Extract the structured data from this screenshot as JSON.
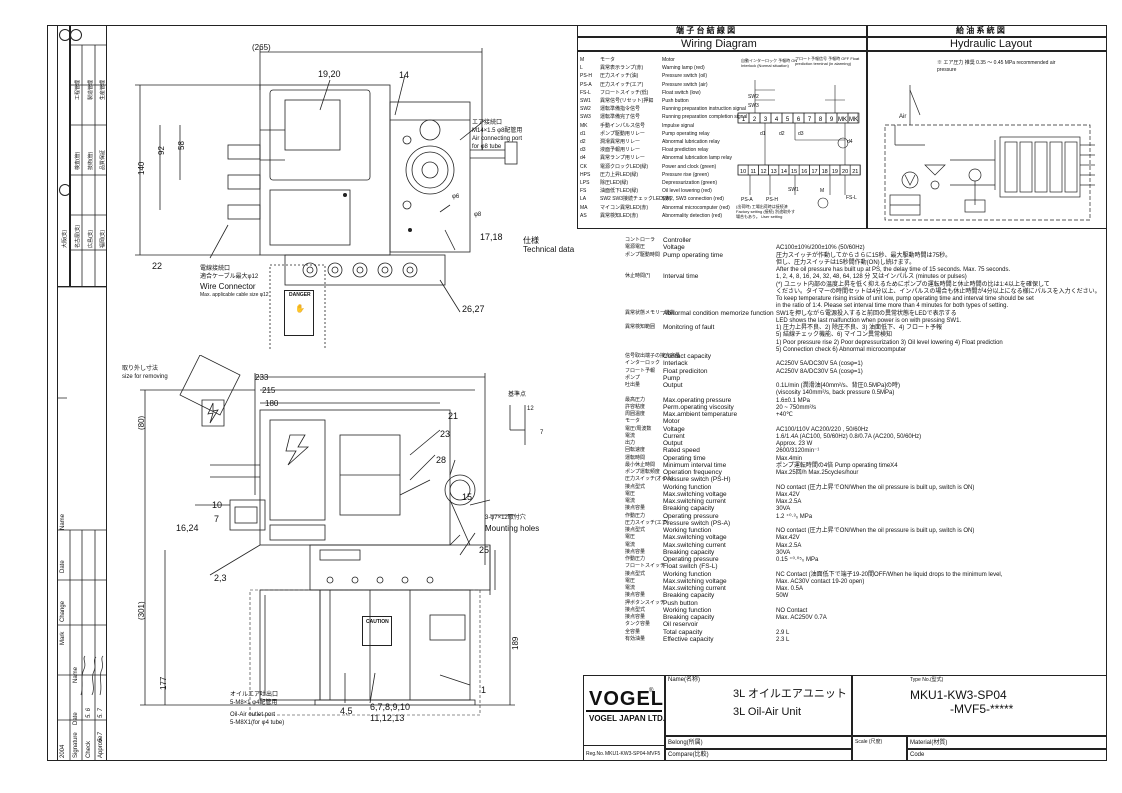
{
  "wiring": {
    "title_jp": "端 子 台 結 線 図",
    "title_en": "Wiring Diagram",
    "legend": [
      {
        "code": "M",
        "jp": "モータ",
        "en": "Motor"
      },
      {
        "code": "L",
        "jp": "異常表示ランプ(赤)",
        "en": "Warning lamp (red)"
      },
      {
        "code": "PS-H",
        "jp": "圧力スイッチ(油)",
        "en": "Pressure switch (oil)"
      },
      {
        "code": "PS-A",
        "jp": "圧力スイッチ(エア)",
        "en": "Pressure switch (air)"
      },
      {
        "code": "FS-L",
        "jp": "フロートスイッチ(低)",
        "en": "Float switch (low)"
      },
      {
        "code": "SW1",
        "jp": "異常信号(リセット)押釦",
        "en": "Push button"
      },
      {
        "code": "SW2",
        "jp": "運転準備指令信号",
        "en": "Running preparation instruction signal"
      },
      {
        "code": "SW3",
        "jp": "運転準備完了信号",
        "en": "Running preparation completion signal"
      },
      {
        "code": "MK",
        "jp": "手動インパルス信号",
        "en": "Impulse signal"
      },
      {
        "code": "d1",
        "jp": "ポンプ駆動用リレー",
        "en": "Pump operating relay"
      },
      {
        "code": "d2",
        "jp": "潤滑異常用リレー",
        "en": "Abnormal lubrication relay"
      },
      {
        "code": "d3",
        "jp": "液面予報用リレー",
        "en": "Float prediction relay"
      },
      {
        "code": "d4",
        "jp": "異常ランプ用リレー",
        "en": "Abnormal lubrication lamp relay"
      },
      {
        "code": "CK",
        "jp": "電源クロックLED(緑)",
        "en": "Power and clock (green)"
      },
      {
        "code": "HPS",
        "jp": "圧力上昇LED(緑)",
        "en": "Pressure rise (green)"
      },
      {
        "code": "LPS",
        "jp": "除圧LED(緑)",
        "en": "Depressurization (green)"
      },
      {
        "code": "FS",
        "jp": "油面低下LED(緑)",
        "en": "Oil level lowering (red)"
      },
      {
        "code": "LA",
        "jp": "SW2 SW3接続チェックLED(赤)",
        "en": "SW2, SW3 connection (red)"
      },
      {
        "code": "MA",
        "jp": "マイコン異常LED(赤)",
        "en": "Abnormal microcomputer (red)"
      },
      {
        "code": "AS",
        "jp": "異常検知LED(赤)",
        "en": "Abnormality detection (red)"
      }
    ],
    "terminals_top": [
      "1",
      "2",
      "3",
      "4",
      "5",
      "6",
      "7",
      "8",
      "9",
      "MK",
      "MK"
    ],
    "terminals_bottom": [
      "10",
      "11",
      "12",
      "13",
      "14",
      "15",
      "16",
      "17",
      "18",
      "19",
      "20",
      "21"
    ],
    "labels": {
      "d1": "d1",
      "d2": "d2",
      "d3": "d3",
      "d4": "d4",
      "psa": "PS-A",
      "psh": "PS-H",
      "sw1": "SW1",
      "fsl": "FS-L",
      "sw2": "SW2",
      "sw3": "SW3",
      "m": "M",
      "fnote": "フロート予報信号 予報時 OFF Float prediction terminal (in alarming)",
      "inote": "自動インターロック 予報時 ON Interlock (Normal situation)",
      "fnote2": "(出荷時) 工場出荷時は接続済 Factory setting (接続) 別途取外す 場合もあり。 User setting"
    }
  },
  "hydraulic": {
    "title_jp": "給 油 系 統 図",
    "title_en": "Hydraulic Layout",
    "note": "※ エア圧力 推奨 0.35 ～ 0.45 MPa recommended air pressure",
    "air": "Air"
  },
  "left_strip": {
    "top_cells": [
      "工程管理",
      "製造管理",
      "生産管理",
      "検査(管)",
      "技術(管)",
      "品質保証",
      "大阪(支)",
      "名古屋(支)",
      "広島(支)",
      "福岡(支)"
    ],
    "bottom_rows": {
      "date": "Date",
      "name": "Name",
      "change": "Change",
      "mark": "Mark",
      "year": "2004",
      "signature": "Signature",
      "check": "Check",
      "approve": "Approve",
      "date_vals": [
        "5. 6",
        "5. 7",
        "5. 7"
      ]
    }
  },
  "drawing": {
    "dim_265": "(265)",
    "dim_140": "140",
    "dim_92": "92",
    "dim_58": "58",
    "callout_1920": "19,20",
    "callout_14": "14",
    "air_port_jp": "エア接続口",
    "air_port_spec": "M14×1.5  φ8配管用",
    "air_port_en1": "Air connecting port",
    "air_port_en2": "for φ8 tube",
    "phi6": "φ6",
    "phi8": "φ8",
    "callout_1718": "17,18",
    "callout_2627": "26,27",
    "callout_22": "22",
    "wire_jp1": "電線接続口",
    "wire_jp2": "適合ケーブル最大φ12",
    "wire_en1": "Wire Connector",
    "wire_en2": "Max. applicable cable size φ12",
    "danger": "DANGER",
    "removing_jp": "取り外し寸法",
    "removing_en": "size for removing",
    "dim_233": "233",
    "dim_215": "215",
    "dim_180": "180",
    "dim_80": "(80)",
    "dim_301": "(301)",
    "dim_177": "177",
    "dim_189": "189",
    "dim_12": "12",
    "dim_7": "7",
    "ref_jp": "基準点",
    "callouts": [
      "21",
      "23",
      "28",
      "15",
      "10",
      "7",
      "16,24",
      "25",
      "2,3",
      "4,5",
      "1"
    ],
    "mount_jp": "3-φ7×12取付穴",
    "mount_en": "Mounting holes",
    "outlet_jp1": "オイルエア吐出口",
    "outlet_jp2": "5-M8×1 φ4配管用",
    "outlet_en1": "Oil-Air outlet port",
    "outlet_en2": "5-M8X1(for φ4 tube)",
    "callout_678": "6,7,8,9,10",
    "callout_111213": "11,12,13",
    "caution": "CAUTION"
  },
  "spec": {
    "head_jp": "仕様",
    "head_en": "Technical data",
    "rows": [
      [
        "コントローラ",
        "Controller",
        ""
      ],
      [
        "電源電圧",
        "Voltage",
        "AC100±10%/200±10%  (50/60Hz)"
      ],
      [
        "ポンプ駆動時間",
        "Pump operating time",
        "圧力スイッチが作動してからさらに15秒、最大駆動時間は75秒。"
      ],
      [
        "",
        "",
        "但し、圧力スイッチは15秒間作動(ON)し続けます。"
      ],
      [
        "",
        "",
        "After the oil pressure has built up at PS, the delay time of 15 seconds. Max. 75 seconds."
      ],
      [
        "休止時間(*)",
        "Interval time",
        "1, 2, 4, 8, 16, 24, 32, 48, 64, 128 分 又はインパルス (minutes or pulses)"
      ],
      [
        "",
        "",
        "(*) ユニット内部の温度上昇を低く抑えるためにポンプの運転時間と休止時間の比は1:4以上を確保して"
      ],
      [
        "",
        "",
        "ください。タイマーの時間セットは4分以上、インパルスの場合も休止時間が4分以上になる様にパルスを入力ください。"
      ],
      [
        "",
        "",
        "To keep temperature rising inside of unit low, pump operating time and interval time should be set"
      ],
      [
        "",
        "",
        "in the ratio of 1:4. Please set interval time more than 4 minutes for both types of setting."
      ],
      [
        "異常状態メモリー機能",
        "Abnormal condition memorize function",
        "SW1を押しながら電源投入すると前回の異常状態をLEDで表示する"
      ],
      [
        "",
        "",
        "LED shows the last malfunction when power is on with pressing SW1."
      ],
      [
        "異常検知範囲",
        "Monitcring of fault",
        "1) 圧力上昇不良、2) 除圧不良、3) 油面低下、4) フロート予報"
      ],
      [
        "",
        "",
        "5) 結線チェック機能、6) マイコン異常検知"
      ],
      [
        "",
        "",
        "1) Poor pressure rise  2) Poor depressurization  3) Oil level lowering  4) Float prediction"
      ],
      [
        "",
        "",
        "5) Connection check  6) Abnormal microcomputer"
      ],
      [
        "信号取出端子の接点容量",
        "Contact capacity",
        ""
      ],
      [
        "インターロック",
        "Interlack",
        "AC250V  5A/DC30V  5A  (cosφ=1)"
      ],
      [
        "フロート予報",
        "Float prediciton",
        "AC250V  8A/DC30V  5A  (cosφ=1)"
      ],
      [
        "ポンプ",
        "Pump",
        ""
      ],
      [
        "吐出量",
        "Output",
        "0.1L/min (潤滑油[40mm²/s、背圧0.5MPa]の時)"
      ],
      [
        "",
        "",
        "(viscosity 140mm²/s, back pressure 0.5MPa)"
      ],
      [
        "最高圧力",
        "Max.operating pressure",
        "1.6±0.1  MPa"
      ],
      [
        "許容粘度",
        "Perm.operating viscosity",
        "20 ~ 750mm²/s"
      ],
      [
        "周囲温度",
        "Max.ambient temperature",
        "+40℃"
      ],
      [
        "モータ",
        "Motor",
        ""
      ],
      [
        "電圧/周波数",
        "Voltage",
        "AC100/110V    AC200/220  , 50/60Hz"
      ],
      [
        "電流",
        "Current",
        "1.6/1.4A (AC100, 50/60Hz) 0.8/0.7A (AC200, 50/60Hz)"
      ],
      [
        "出力",
        "Output",
        "Approx. 23 W"
      ],
      [
        "回転速度",
        "Rated speed",
        "2600/3120min⁻¹"
      ],
      [
        "運転時間",
        "Operating time",
        "Max.4min"
      ],
      [
        "最小休止時間",
        "Minimum interval time",
        "ポンプ運転時間の4倍  Pump operating timeX4"
      ],
      [
        "ポンプ運転頻度",
        "Operation frequency",
        "Max.25回/h  Max.25cycles/hour"
      ],
      [
        "圧力スイッチ(オイル)",
        "Pressure switch (PS-H)",
        ""
      ],
      [
        "接点型式",
        "Working function",
        "NO contact  (圧力上昇でON/When the oil pressure is built up, switch is ON)"
      ],
      [
        "電圧",
        "Max.switching voltage",
        "Max.42V"
      ],
      [
        "電流",
        "Max.switching current",
        "Max.2.5A"
      ],
      [
        "接点容量",
        "Breaking capacity",
        "30VA"
      ],
      [
        "作動圧力",
        "Operating pressure",
        "1.2 ⁺⁰·³₀ MPa"
      ],
      [
        "圧力スイッチ(エア)",
        "Pressure switch (PS-A)",
        ""
      ],
      [
        "接点型式",
        "Working function",
        "NO contact  (圧力上昇でON/When the oil pressure is built up, switch is ON)"
      ],
      [
        "電圧",
        "Max.switching voltage",
        "Max.42V"
      ],
      [
        "電流",
        "Max.switching current",
        "Max.2.5A"
      ],
      [
        "接点容量",
        "Breaking capacity",
        "30VA"
      ],
      [
        "作動圧力",
        "Operating pressure",
        "0.15 ⁺⁰·⁰⁵₀ MPa"
      ],
      [
        "フロートスイッチ",
        "Float switch (FS-L)",
        ""
      ],
      [
        "接点型式",
        "Working function",
        "NC Contact  (油面低下で端子19-20間OFF/When he liquid drops to the minimum level,"
      ],
      [
        "電圧",
        "Max.switching voltage",
        "Max. AC30V                                        contact 19-20 open)"
      ],
      [
        "電流",
        "Max.switching current",
        "Max. 0.5A"
      ],
      [
        "接点容量",
        "Breaking capacity",
        "50W"
      ],
      [
        "押ボタンスイッチ",
        "Push button",
        ""
      ],
      [
        "接点型式",
        "Working function",
        "NO Contact"
      ],
      [
        "接点容量",
        "Breaking capacity",
        "Max. AC250V  0.7A"
      ],
      [
        "タンク容量",
        "Oil reservoir",
        ""
      ],
      [
        "全容量",
        "Total capacity",
        "2.9  L"
      ],
      [
        "有効油量",
        "Effective capacity",
        "2.3  L"
      ]
    ]
  },
  "titleblock": {
    "logo": "VOGEL",
    "company": "VOGEL JAPAN LTD.",
    "regno_label": "Reg.No.",
    "regno": "MKU1-KW3-SP04-MVF5",
    "name_label": "Name(名称)",
    "name_jp": "3L オイルエアユニット",
    "name_en": "3L Oil-Air Unit",
    "belong_label": "Belong(所属)",
    "compare_label": "Compare(比較)",
    "scale_label": "Scale (尺度)",
    "material_label": "Material(材質)",
    "type_label": "Type No.(型式)",
    "type_line1": "MKU1-KW3-SP04",
    "type_line2": "-MVF5-*****",
    "code_label": "Code"
  }
}
